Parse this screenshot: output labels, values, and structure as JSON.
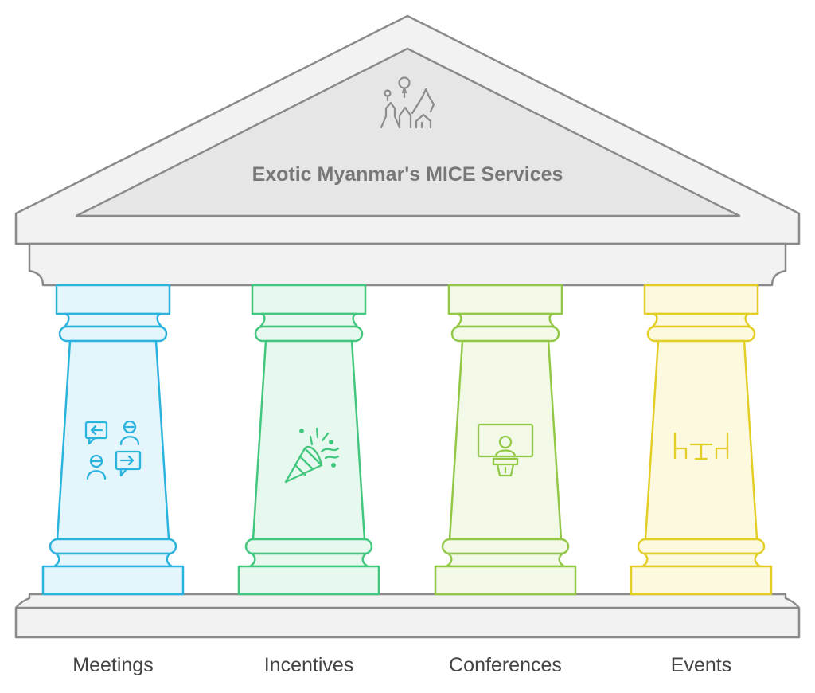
{
  "diagram": {
    "title": "Exotic Myanmar's MICE Services",
    "title_icon": "temple-pagoda-icon",
    "pillars": [
      {
        "label": "Meetings",
        "icon": "meeting-chat-icon",
        "stroke": "#2BB3DE",
        "fill": "#E4F6FC"
      },
      {
        "label": "Incentives",
        "icon": "party-popper-icon",
        "stroke": "#43C77E",
        "fill": "#E7F8EE"
      },
      {
        "label": "Conferences",
        "icon": "presenter-podium-icon",
        "stroke": "#93C847",
        "fill": "#F2F9E6"
      },
      {
        "label": "Events",
        "icon": "table-chairs-icon",
        "stroke": "#E3CE27",
        "fill": "#FCF9DE"
      }
    ]
  }
}
